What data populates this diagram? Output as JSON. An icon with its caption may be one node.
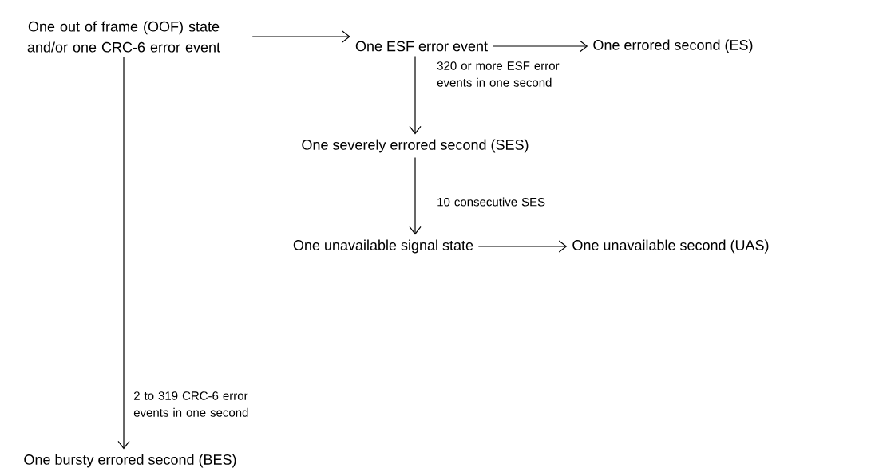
{
  "diagram": {
    "nodes": [
      {
        "text": [
          "One out of frame (OOF) state and/or one CRC-6 error event"
        ]
      },
      {
        "text": [
          "One ESF error event"
        ]
      },
      {
        "text": [
          "One errored second (ES)"
        ]
      },
      {
        "text": [
          "One severely errored second (SES)"
        ]
      },
      {
        "text": [
          "One unavailable signal state"
        ]
      },
      {
        "text": [
          "One unavailable second (UAS)"
        ]
      },
      {
        "text": [
          "One bursty errored second (BES)"
        ]
      }
    ],
    "edges": [
      {
        "from": 0,
        "to": 1,
        "arrow": "to"
      },
      {
        "from": 1,
        "to": 2,
        "arrow": "to"
      },
      {
        "from": 1,
        "to": 3,
        "arrow": "to",
        "label": "320 or more ESF error events in one second"
      },
      {
        "from": 3,
        "to": 4,
        "arrow": "to",
        "label": "10 consecutive SES"
      },
      {
        "from": 4,
        "to": 5,
        "arrow": "to"
      },
      {
        "from": 0,
        "to": 6,
        "arrow": "to",
        "label": "2 to 319 CRC-6 error events in one second"
      }
    ]
  }
}
